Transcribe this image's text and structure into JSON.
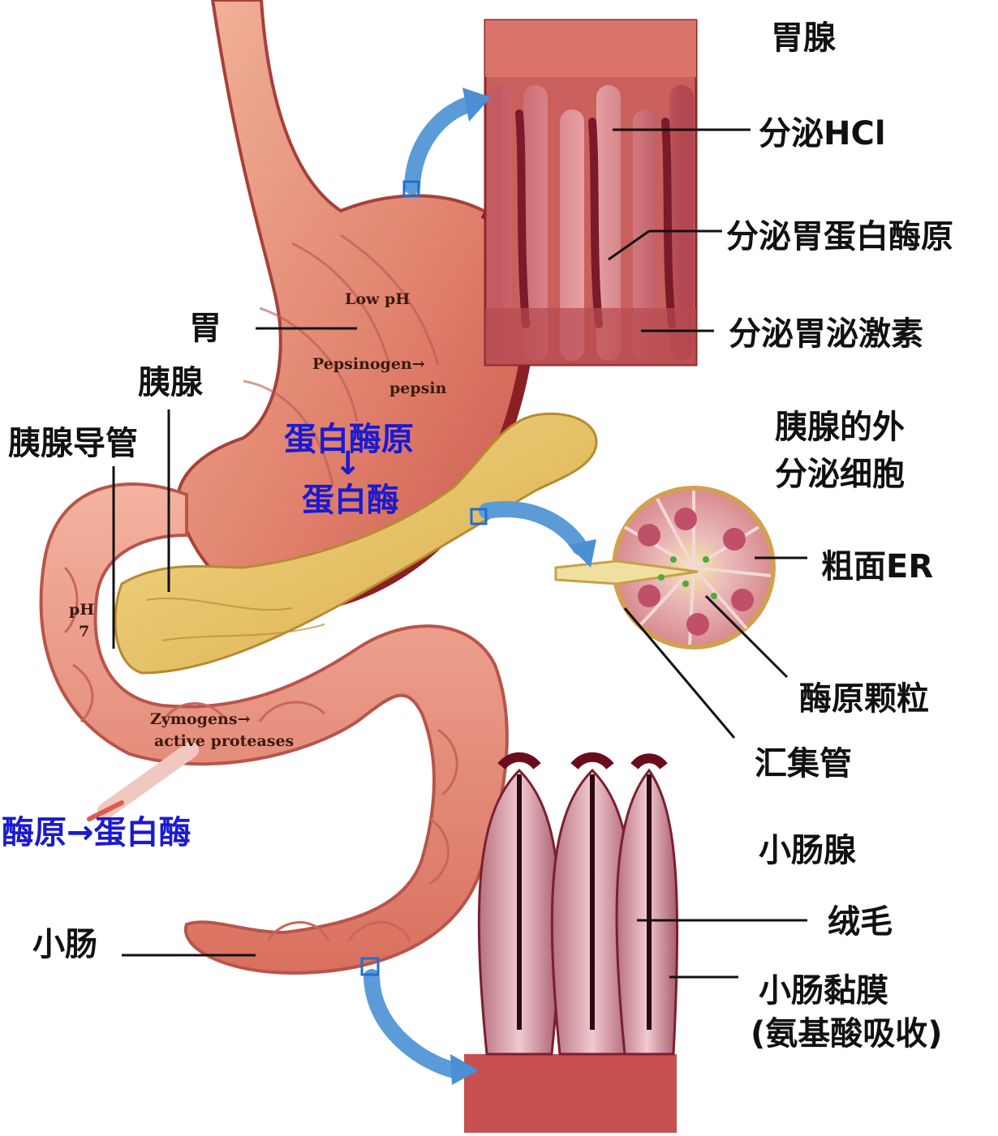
{
  "labels": {
    "gastric_gland": "胃腺",
    "secrete_hcl": "分泌HCl",
    "secrete_pepsinogen": "分泌胃蛋白酶原",
    "secrete_gastrin": "分泌胃泌激素",
    "stomach": "胃",
    "pancreas": "胰腺",
    "pancreatic_duct": "胰腺导管",
    "pepsinogen_cn": "蛋白酶原",
    "pepsin_cn": "蛋白酶",
    "exocrine_line1": "胰腺的外",
    "exocrine_line2": "分泌细胞",
    "rough_er": "粗面ER",
    "zymogen_granule": "酶原颗粒",
    "collecting_duct": "汇集管",
    "zymogen_to_protease": "酶原→蛋白酶",
    "intestinal_gland": "小肠腺",
    "villi": "绒毛",
    "small_intestine": "小肠",
    "mucosa_line1": "小肠黏膜",
    "mucosa_line2": "(氨基酸吸收)"
  },
  "english_labels": {
    "low_ph": "Low pH",
    "pepsinogen_en": "Pepsinogen→",
    "pepsin_en": "pepsin",
    "ph": "pH",
    "ph_value": "7",
    "zymogens": "Zymogens→",
    "active_proteases": "active proteases"
  },
  "colors": {
    "label_text": "#111111",
    "blue_label": "#1a1ad0",
    "arrow_blue": "#5b9bd8",
    "tissue_red": "#c8504a",
    "tissue_light": "#e9a08c",
    "pancreas_yellow": "#e8c060"
  }
}
